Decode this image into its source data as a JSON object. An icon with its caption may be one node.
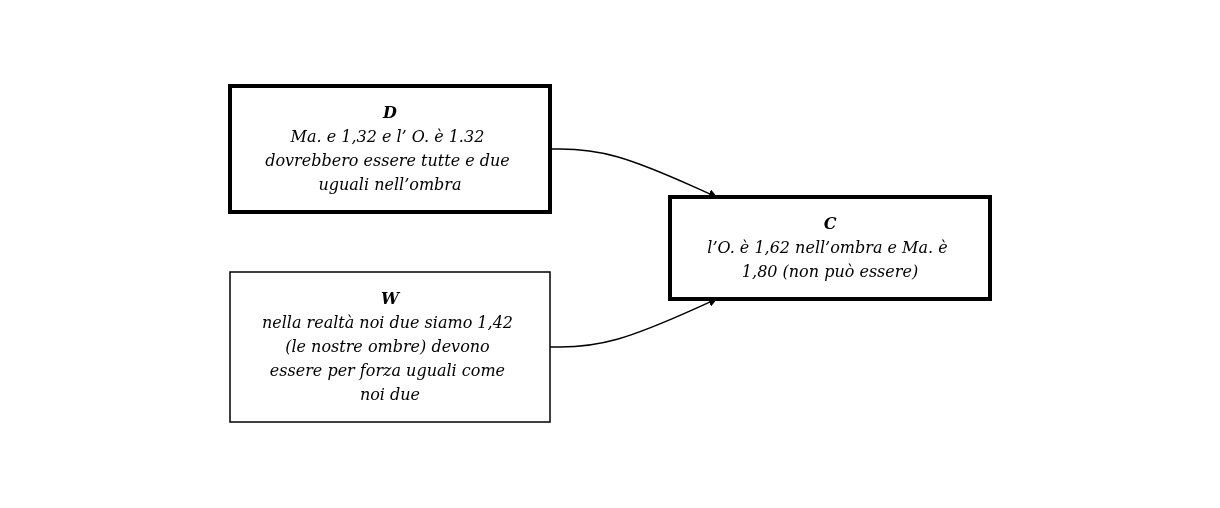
{
  "diagram": {
    "nodes": [
      {
        "text": [
          "D",
          "Ma. e 1,32 e l’ O. è 1.32 dovrebbero essere tutte e due uguali nell’ombra"
        ]
      },
      {
        "text": [
          "C",
          "l’O. è 1,62 nell’ombra e Ma. è 1,80 (non può essere)"
        ]
      },
      {
        "text": [
          "W",
          "nella realtà noi due siamo 1,42 (le nostre ombre) devono essere per forza uguali come noi due"
        ]
      }
    ],
    "edges": [
      {
        "from": 0,
        "to": 1,
        "arrow": "to"
      },
      {
        "from": 2,
        "to": 1,
        "arrow": "to"
      }
    ]
  }
}
